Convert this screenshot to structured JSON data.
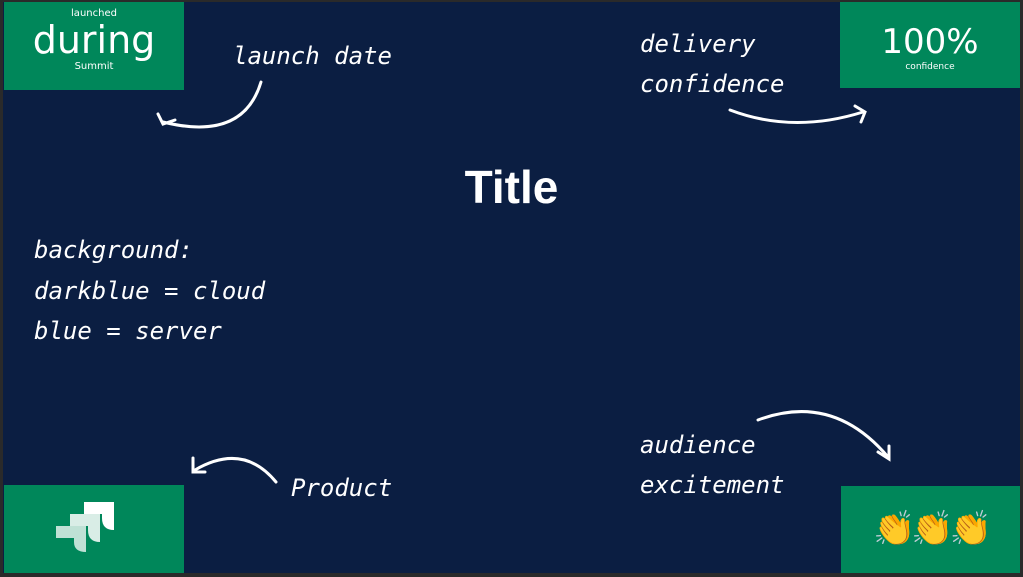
{
  "tiles": {
    "launch": {
      "top": "launched",
      "main": "during",
      "bottom": "Summit"
    },
    "confidence": {
      "main": "100%",
      "bottom": "confidence"
    },
    "product": {
      "icon": "jira-logo-icon"
    },
    "excitement": {
      "emoji": "👏👏👏"
    }
  },
  "title": "Title",
  "notes": {
    "launch_date": "launch date",
    "delivery_1": "delivery",
    "delivery_2": "confidence",
    "background_1": "background:",
    "background_2": "darkblue = cloud",
    "background_3": "blue = server",
    "product": "Product",
    "audience_1": "audience",
    "audience_2": "excitement"
  },
  "colors": {
    "background": "#0b1e42",
    "tile": "#00875a"
  }
}
